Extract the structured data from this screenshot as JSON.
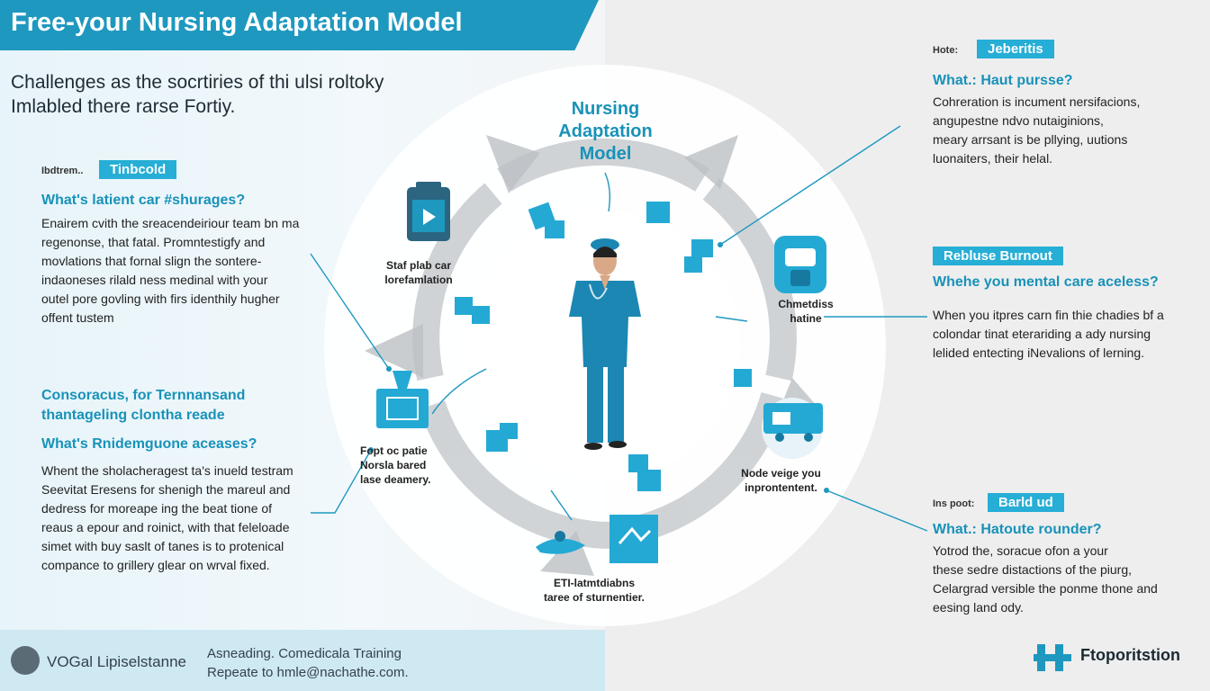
{
  "colors": {
    "accent": "#1e98bf",
    "tag": "#26aed6",
    "heading": "#1892b9",
    "ring": "#c4c8cb"
  },
  "banner": {
    "title": "Free-your Nursing Adaptation Model"
  },
  "intro": {
    "line1": "Challenges as the socrtiries of thi ulsi roltoky",
    "line2": "Imlabled there rarse Fortiy."
  },
  "center": {
    "title_lines": [
      "Nursing",
      "Adaptation",
      "Model"
    ]
  },
  "left": {
    "block1": {
      "small": "Ibdtrem..",
      "tag": "Tinbcold",
      "question": "What's latient car #shurages?",
      "lines": [
        "Enairem cvith the sreacendeiriour team bn ma",
        "regenonse, that fatal. Promntestigfy and",
        "movlations that fornal slign the sontere-",
        "indaoneses rilald ness medinal with your",
        "outel pore govling with firs identhily hugher",
        "offent tustem"
      ]
    },
    "block2": {
      "heading_lines": [
        "Consoracus, for Ternnansand",
        "thantageling clontha reade"
      ],
      "question": "What's Rnidemguone aceases?",
      "lines": [
        "Whent the sholacheragest ta's inueld testram",
        "Seevitat Eresens for shenigh the mareul and",
        "dedress for moreape ing the beat tione of",
        "reaus a epour and roinict, with that feleloade",
        "simet with buy saslt of tanes is to protenical",
        "compance to grillery glear on wrval fixed."
      ]
    }
  },
  "right": {
    "block1": {
      "small": "Hote:",
      "tag": "Jeberitis",
      "question": "What.: Haut pursse?",
      "lines": [
        "Cohreration is incument nersifacions,",
        "angupestne ndvo nutaiginions,",
        "meary arrsant is be pllying, uutions",
        "luonaiters, their helal."
      ]
    },
    "block2": {
      "tag": "Rebluse Burnout",
      "question": "Whehe you mental care aceless?",
      "lines": [
        "When you itpres carn fin thie chadies bf a",
        "colondar tinat eterariding a ady nursing",
        "lelided entecting iNevalions of lerning."
      ]
    },
    "block3": {
      "small": "Ins poot:",
      "tag": "Barld ud",
      "question": "What.: Hatoute rounder?",
      "lines": [
        "Yotrod the, soracue ofon a your",
        "these sedre distactions of the piurg,",
        "Celargrad versible the ponme thone and",
        "eesing land ody."
      ]
    }
  },
  "circle_labels": {
    "l1": [
      "Staf plab car",
      "lorefamlation"
    ],
    "l2": [
      "Chmetdiss",
      "hatine"
    ],
    "l3": [
      "Fopt oc patie",
      "Norsla bared",
      "lase deamery."
    ],
    "l4": [
      "Node veige you",
      "inprontentent."
    ],
    "l5": [
      "ETI-latmtdiabns",
      "taree of sturnentier."
    ]
  },
  "icons": [
    "video-player-icon",
    "backpack-icon",
    "medical-kit-icon",
    "ambulance-icon",
    "bandage-icon",
    "wave-hands-icon",
    "nurse-figure"
  ],
  "footer": {
    "brand": "VOGal Lipiselstanne",
    "line1": "Asneading. Comedicala Training",
    "line2": "Repeate to hmle@nachathe.com."
  },
  "logo": {
    "text": "Ftoporitstion"
  }
}
